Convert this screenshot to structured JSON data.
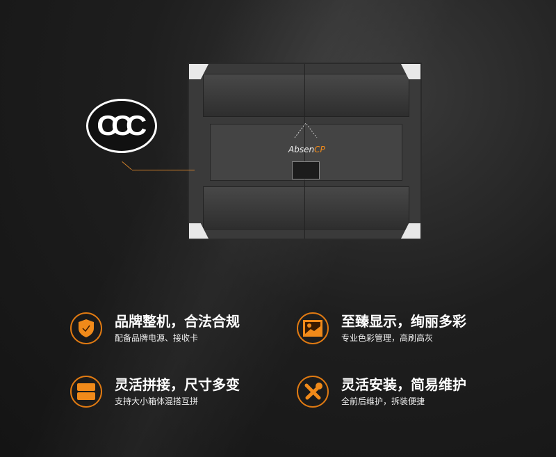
{
  "product": {
    "logo_text": "AbsenCP",
    "cert_mark": "CCC"
  },
  "features": [
    {
      "icon": "shield-check-icon",
      "title": "品牌整机，合法合规",
      "subtitle": "配备品牌电源、接收卡"
    },
    {
      "icon": "image-icon",
      "title": "至臻显示，绚丽多彩",
      "subtitle": "专业色彩管理，高刷高灰"
    },
    {
      "icon": "panels-icon",
      "title": "灵活拼接，尺寸多变",
      "subtitle": "支持大小箱体混搭互拼"
    },
    {
      "icon": "tools-icon",
      "title": "灵活安装，简易维护",
      "subtitle": "全前后维护，拆装便捷"
    }
  ],
  "colors": {
    "accent": "#f08a1a",
    "background": "#1e1e1e"
  }
}
